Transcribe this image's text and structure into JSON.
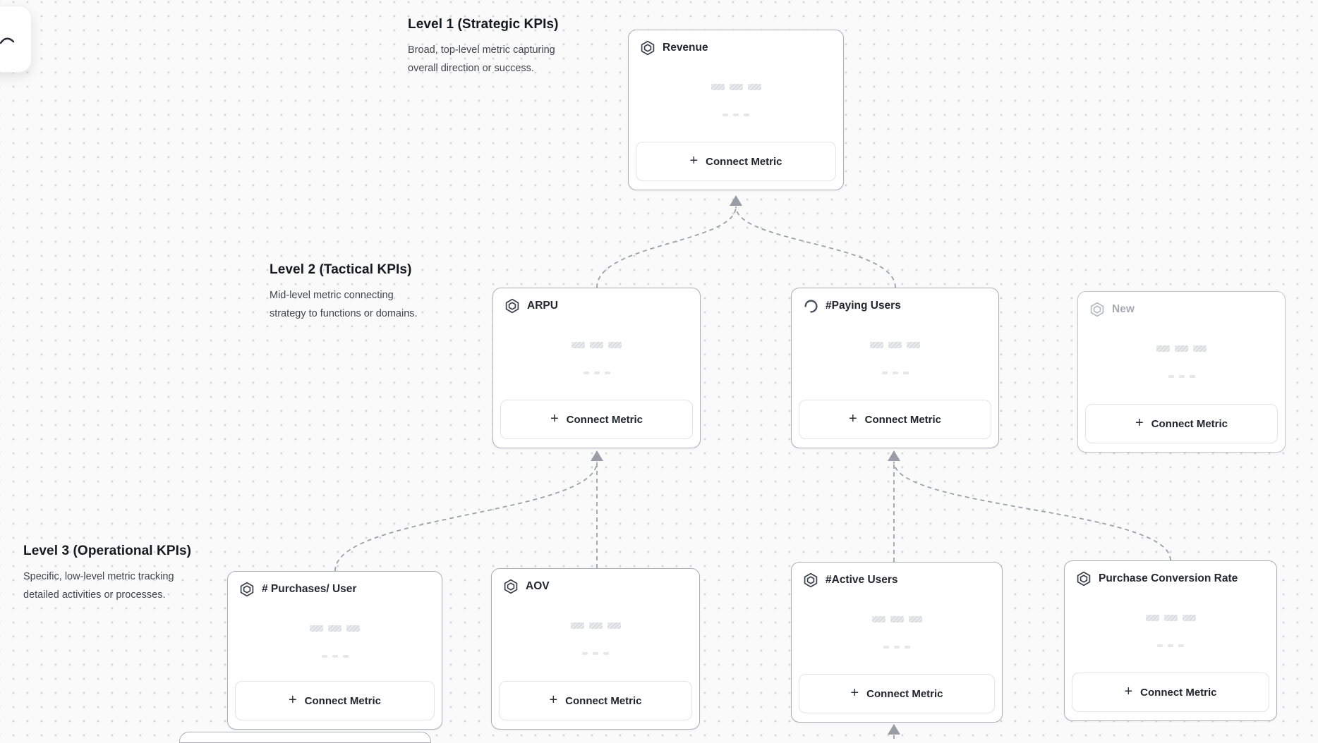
{
  "ui": {
    "connect_metric_label": "Connect Metric",
    "plus_glyph": "+"
  },
  "levels": [
    {
      "title": "Level 1 (Strategic KPIs)",
      "desc_line1": "Broad, top-level metric capturing",
      "desc_line2": "overall direction or success."
    },
    {
      "title": "Level 2 (Tactical KPIs)",
      "desc_line1": "Mid-level metric connecting",
      "desc_line2": "strategy to functions or domains."
    },
    {
      "title": "Level 3 (Operational KPIs)",
      "desc_line1": "Specific, low-level metric tracking",
      "desc_line2": "detailed activities or processes."
    }
  ],
  "cards": [
    {
      "id": "revenue",
      "title": "Revenue",
      "icon": "hexagon-badge-icon",
      "state": "default"
    },
    {
      "id": "arpu",
      "title": "ARPU",
      "icon": "hexagon-badge-icon",
      "state": "default"
    },
    {
      "id": "paying-users",
      "title": "#Paying Users",
      "icon": "spinner-icon",
      "state": "loading"
    },
    {
      "id": "new",
      "title": "New",
      "icon": "hexagon-badge-icon",
      "state": "draft"
    },
    {
      "id": "purchases-per-user",
      "title": "# Purchases/ User",
      "icon": "hexagon-badge-icon",
      "state": "default"
    },
    {
      "id": "aov",
      "title": "AOV",
      "icon": "hexagon-badge-icon",
      "state": "default"
    },
    {
      "id": "active-users",
      "title": "#Active Users",
      "icon": "hexagon-badge-icon",
      "state": "default"
    },
    {
      "id": "purchase-conversion-rate",
      "title": "Purchase Conversion Rate",
      "icon": "hexagon-badge-icon",
      "state": "default"
    }
  ],
  "colors": {
    "canvas_bg": "#fafafa",
    "grid_dot": "#d6d6da",
    "card_border": "#acafb5",
    "edge": "#9ba0a9",
    "arrowhead": "#989da6",
    "title_text": "#23272f",
    "muted_text": "#a6aab2",
    "skeleton": "#dadbdf"
  }
}
